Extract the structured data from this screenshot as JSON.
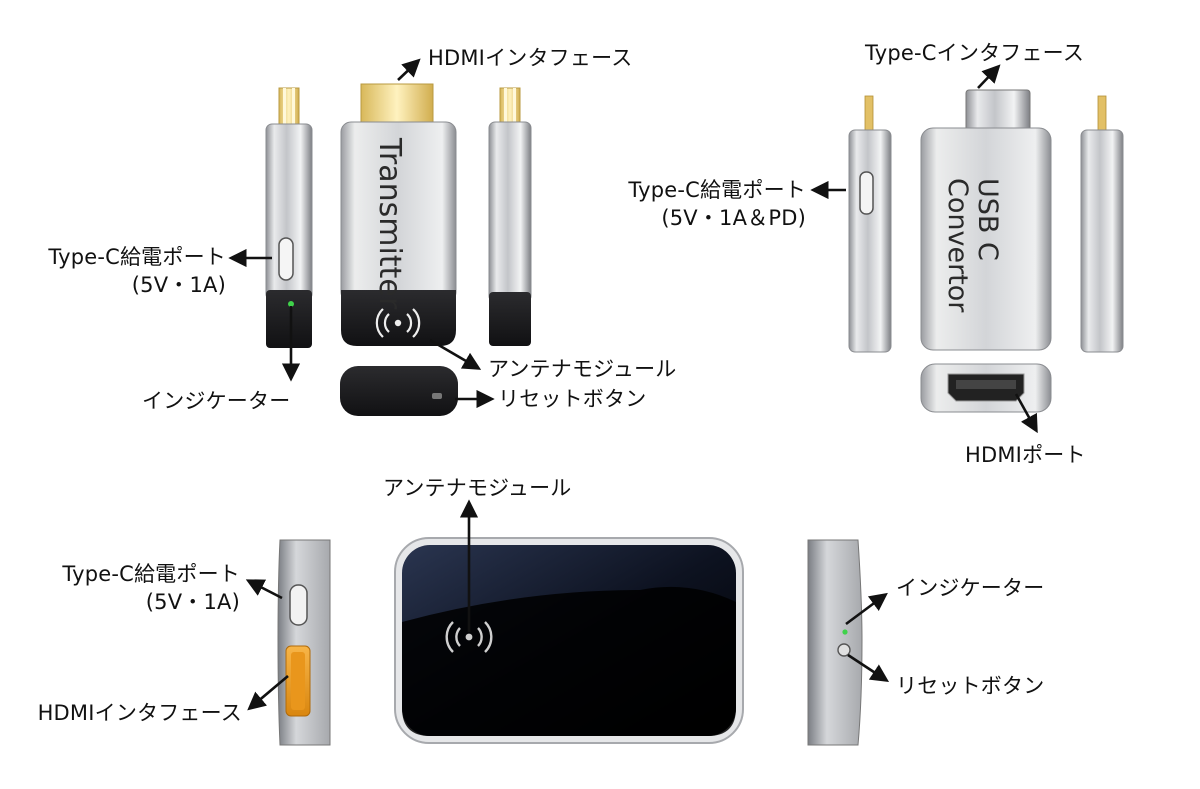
{
  "colors": {
    "accent_green": "#3fd24a",
    "hdmi_gold": "#e8c56a",
    "hdmi_orange": "#f0a01e",
    "body_silver": "#c9cbcf",
    "dark_body": "#1c1c1e",
    "arrow": "#111111"
  },
  "icons": [
    "wireless-signal-icon",
    "led-indicator-icon",
    "reset-button-icon",
    "usb-c-port-icon",
    "hdmi-port-icon"
  ],
  "transmitter": {
    "device_text": "Transmitter",
    "labels": {
      "hdmi_interface": "HDMIインタフェース",
      "typec_power_line1": "Type-C給電ポート",
      "typec_power_line2": "(5V・1A)",
      "indicator": "インジケーター",
      "antenna_module": "アンテナモジュール",
      "reset_button": "リセットボタン"
    }
  },
  "converter": {
    "device_text_line1": "USB C",
    "device_text_line2": "Convertor",
    "labels": {
      "typec_interface": "Type-Cインタフェース",
      "typec_power_line1": "Type-C給電ポート",
      "typec_power_line2": "(5V・1A＆PD)",
      "hdmi_port": "HDMIポート"
    }
  },
  "receiver": {
    "labels": {
      "antenna_module": "アンテナモジュール",
      "typec_power_line1": "Type-C給電ポート",
      "typec_power_line2": "(5V・1A)",
      "hdmi_interface": "HDMIインタフェース",
      "indicator": "インジケーター",
      "reset_button": "リセットボタン"
    }
  }
}
